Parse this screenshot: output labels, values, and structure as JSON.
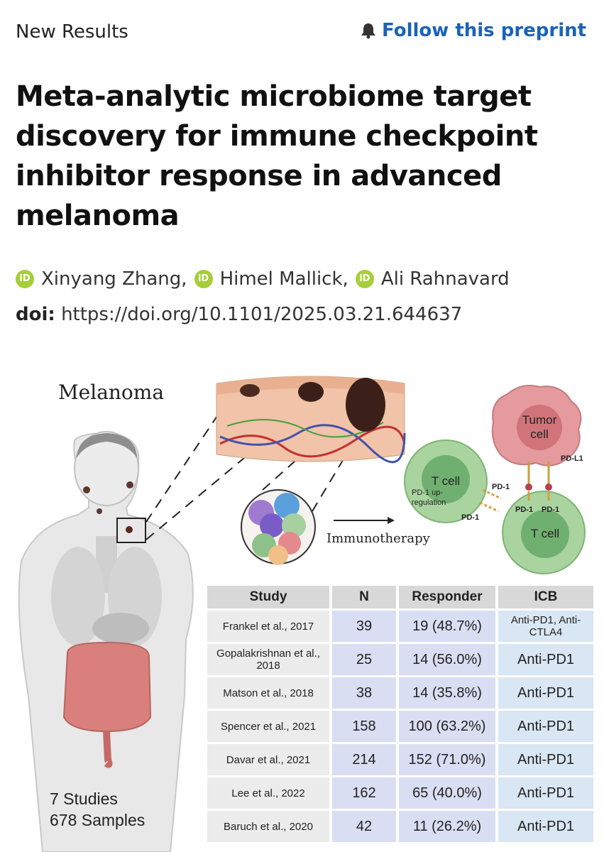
{
  "header": {
    "section": "New Results",
    "follow_label": "Follow this preprint"
  },
  "paper": {
    "title": "Meta-analytic microbiome target discovery for immune checkpoint inhibitor response in advanced melanoma",
    "authors": [
      "Xinyang Zhang,",
      "Himel Mallick,",
      "Ali Rahnavard"
    ],
    "orcid_badge": "iD",
    "doi_label": "doi:",
    "doi_url": "https://doi.org/10.1101/2025.03.21.644637"
  },
  "figure": {
    "title": "Melanoma",
    "immunotherapy_label": "Immunotherapy",
    "tumor_cell_label": "Tumor cell",
    "t_cell_label": "T cell",
    "t_cell2_label": "T cell",
    "pd1_upregulation": "PD-1 up-regulation",
    "pd1": "PD-1",
    "pdl1": "PD-L1",
    "studies_count": "7 Studies",
    "samples_count": "678 Samples",
    "table": {
      "headers": [
        "Study",
        "N",
        "Responder",
        "ICB"
      ],
      "rows": [
        {
          "study": "Frankel et al., 2017",
          "n": "39",
          "responder": "19 (48.7%)",
          "icb": "Anti-PD1, Anti-CTLA4"
        },
        {
          "study": "Gopalakrishnan et al., 2018",
          "n": "25",
          "responder": "14 (56.0%)",
          "icb": "Anti-PD1"
        },
        {
          "study": "Matson et al., 2018",
          "n": "38",
          "responder": "14 (35.8%)",
          "icb": "Anti-PD1"
        },
        {
          "study": "Spencer et al., 2021",
          "n": "158",
          "responder": "100 (63.2%)",
          "icb": "Anti-PD1"
        },
        {
          "study": "Davar et al., 2021",
          "n": "214",
          "responder": "152 (71.0%)",
          "icb": "Anti-PD1"
        },
        {
          "study": "Lee et al., 2022",
          "n": "162",
          "responder": "65 (40.0%)",
          "icb": "Anti-PD1"
        },
        {
          "study": "Baruch et al., 2020",
          "n": "42",
          "responder": "11 (26.2%)",
          "icb": "Anti-PD1"
        }
      ]
    }
  },
  "colors": {
    "link": "#1a63b8",
    "orcid": "#a6ce39",
    "tcell": "#a9d4a0",
    "tumor": "#e59a9e"
  }
}
